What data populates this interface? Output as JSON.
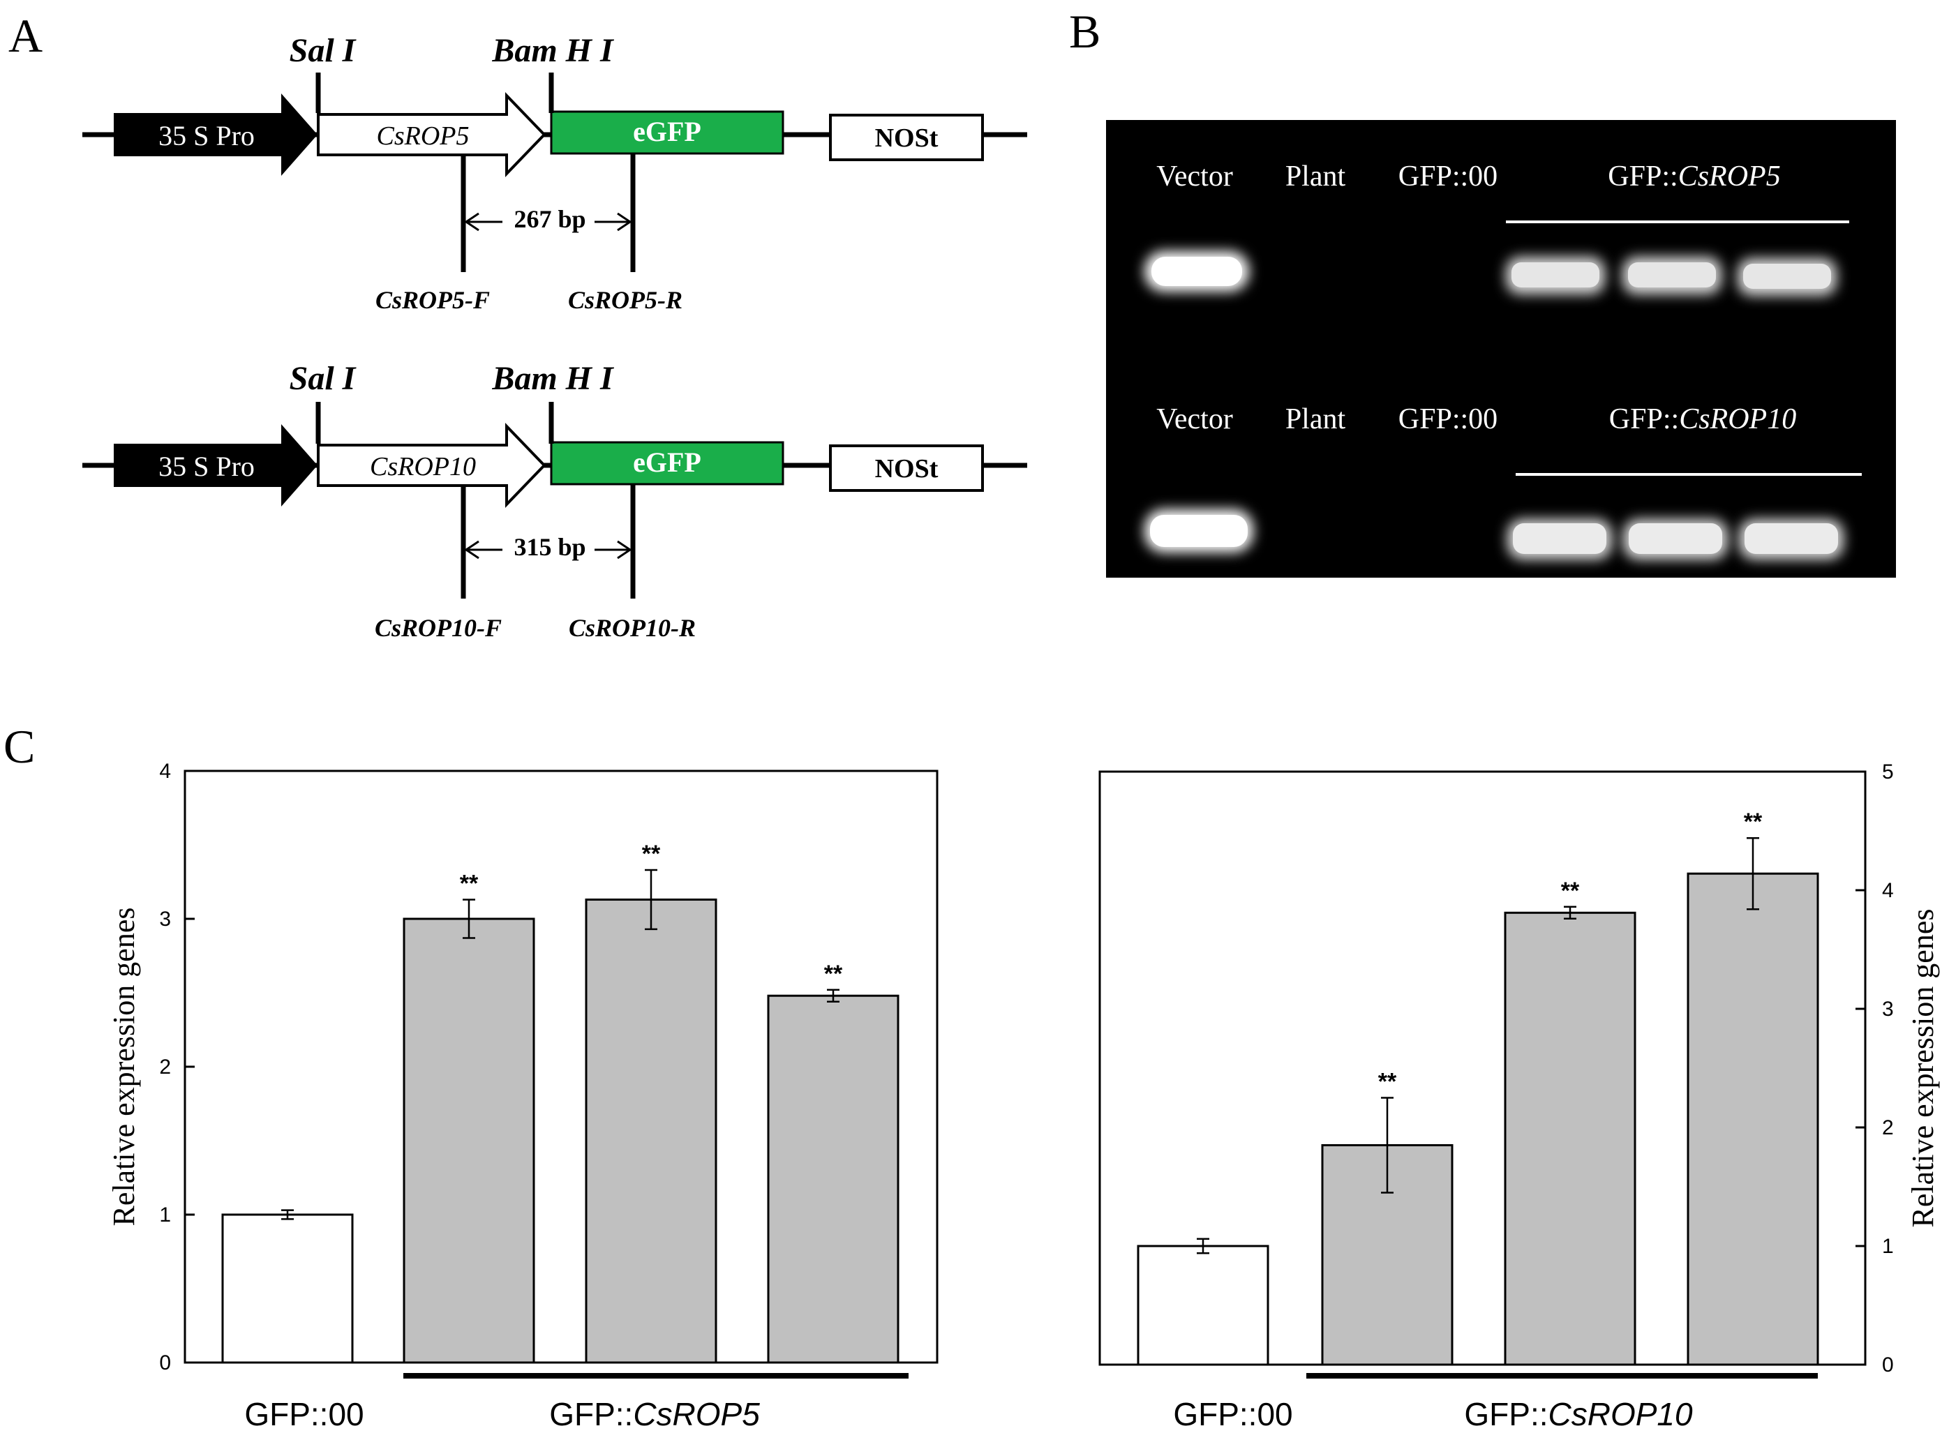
{
  "panels": {
    "a": "A",
    "b": "B",
    "c": "C"
  },
  "construct1": {
    "site1": "Sal I",
    "site2": "Bam H I",
    "promoter": "35 S Pro",
    "gene": "CsROP5",
    "reporter": "eGFP",
    "terminator": "NOSt",
    "amplicon": "267 bp",
    "primer_f": "CsROP5-F",
    "primer_r": "CsROP5-R"
  },
  "construct2": {
    "site1": "Sal I",
    "site2": "Bam H I",
    "promoter": "35 S Pro",
    "gene": "CsROP10",
    "reporter": "eGFP",
    "terminator": "NOSt",
    "amplicon": "315 bp",
    "primer_f": "CsROP10-F",
    "primer_r": "CsROP10-R"
  },
  "gel": {
    "row1": {
      "lane1": "Vector",
      "lane2": "Plant",
      "lane3": "GFP::00",
      "group_prefix": "GFP::",
      "group_gene": "CsROP5"
    },
    "row2": {
      "lane1": "Vector",
      "lane2": "Plant",
      "lane3": "GFP::00",
      "group_prefix": "GFP::",
      "group_gene": "CsROP10"
    }
  },
  "colors": {
    "egfp": "#1aae4a",
    "bar_control": "#ffffff",
    "bar_overexpression": "#c0c0c0",
    "gel_background": "#000000",
    "band": "#ffffff"
  },
  "chart_data": [
    {
      "type": "bar",
      "categories": [
        "GFP::00",
        "GFP::CsROP5",
        "GFP::CsROP5",
        "GFP::CsROP5"
      ],
      "values": [
        1.0,
        3.0,
        3.13,
        2.48
      ],
      "errors": [
        0.03,
        0.13,
        0.2,
        0.04
      ],
      "significance": [
        "",
        "**",
        "**",
        "**"
      ],
      "ylabel": "Relative expression genes",
      "ylim": [
        0,
        4
      ],
      "yticks": [
        "0",
        "1",
        "2",
        "3",
        "4"
      ],
      "xlabel_control": "GFP::00",
      "xlabel_group_prefix": "GFP::",
      "xlabel_group_gene": "CsROP5",
      "y_axis_side": "left",
      "grid": false
    },
    {
      "type": "bar",
      "categories": [
        "GFP::00",
        "GFP::CsROP10",
        "GFP::CsROP10",
        "GFP::CsROP10"
      ],
      "values": [
        1.0,
        1.85,
        3.81,
        4.14
      ],
      "errors": [
        0.06,
        0.4,
        0.05,
        0.3
      ],
      "significance": [
        "",
        "**",
        "**",
        "**"
      ],
      "ylabel": "Relative expression genes",
      "ylim": [
        0,
        5
      ],
      "yticks": [
        "0",
        "1",
        "2",
        "3",
        "4",
        "5"
      ],
      "xlabel_control": "GFP::00",
      "xlabel_group_prefix": "GFP::",
      "xlabel_group_gene": "CsROP10",
      "y_axis_side": "right",
      "grid": false
    }
  ]
}
